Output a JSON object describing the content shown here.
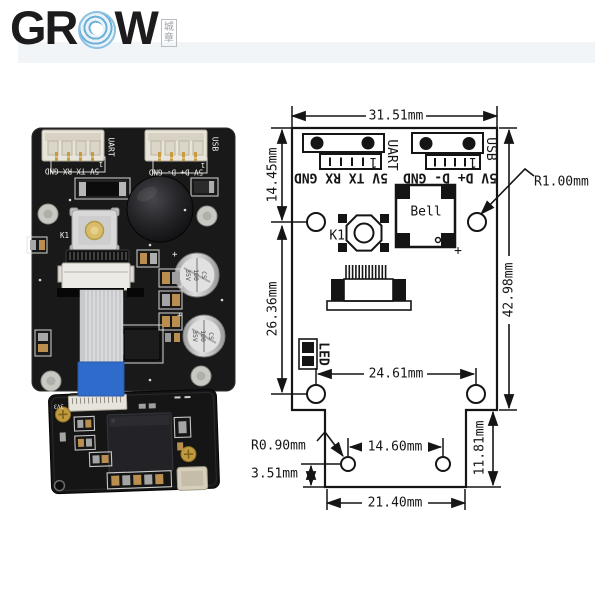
{
  "brand": {
    "logo_text_left": "GR",
    "logo_text_right": "W",
    "logo_seal_char1": "城",
    "logo_seal_char2": "章"
  },
  "photo": {
    "uart_connector_label": "UART",
    "usb_connector_label": "USB",
    "uart_pinout": "5V TX RX GND",
    "usb_pinout": "5V D+ D- GND",
    "pin_one_marker": "1",
    "button_label": "K1",
    "capacitor_text_line1": "CS",
    "capacitor_text_line2": "100",
    "capacitor_text_line3": "35V",
    "camera_board_label": "3V3"
  },
  "diagram": {
    "component_labels": {
      "uart": "UART",
      "usb": "USB",
      "uart_pinout": "5V TX RX GND",
      "usb_pinout": "5V D+ D- GND",
      "pin_one": "1",
      "buzzer": "Bell",
      "button": "K1",
      "led": "LED",
      "buzzer_polarity": "+"
    },
    "dimensions": {
      "board_width": "31.51mm",
      "board_height": "42.98mm",
      "top_hole_offset": "14.45mm",
      "hole_spacing_vertical": "26.36mm",
      "hole_spacing_horizontal": "24.61mm",
      "hole_radius_large": "R1.00mm",
      "hole_radius_small": "R0.90mm",
      "small_hole_spacing": "14.60mm",
      "tab_height": "11.81mm",
      "small_hole_bottom_offset": "3.51mm",
      "tab_width": "21.40mm"
    }
  }
}
